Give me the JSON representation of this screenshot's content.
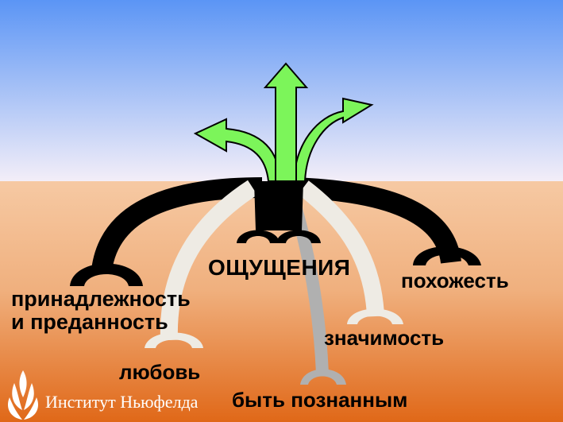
{
  "diagram": {
    "center_label": "ОЩУЩЕНИЯ",
    "roots": {
      "left": "принадлежность\nи преданность",
      "right": "похожесть",
      "middle": "значимость",
      "love": "любовь",
      "known": "быть познанным"
    }
  },
  "branding": {
    "name": "Институт Ньюфелда"
  },
  "colors": {
    "sky_top": "#5b95f5",
    "sky_bottom": "#f3eef8",
    "ground_top": "#f6c9a3",
    "ground_bottom": "#e06818",
    "arrow_green": "#7cf55a",
    "root_black": "#000000",
    "root_light": "#eeebe4",
    "root_gray": "#b0b0b0"
  }
}
